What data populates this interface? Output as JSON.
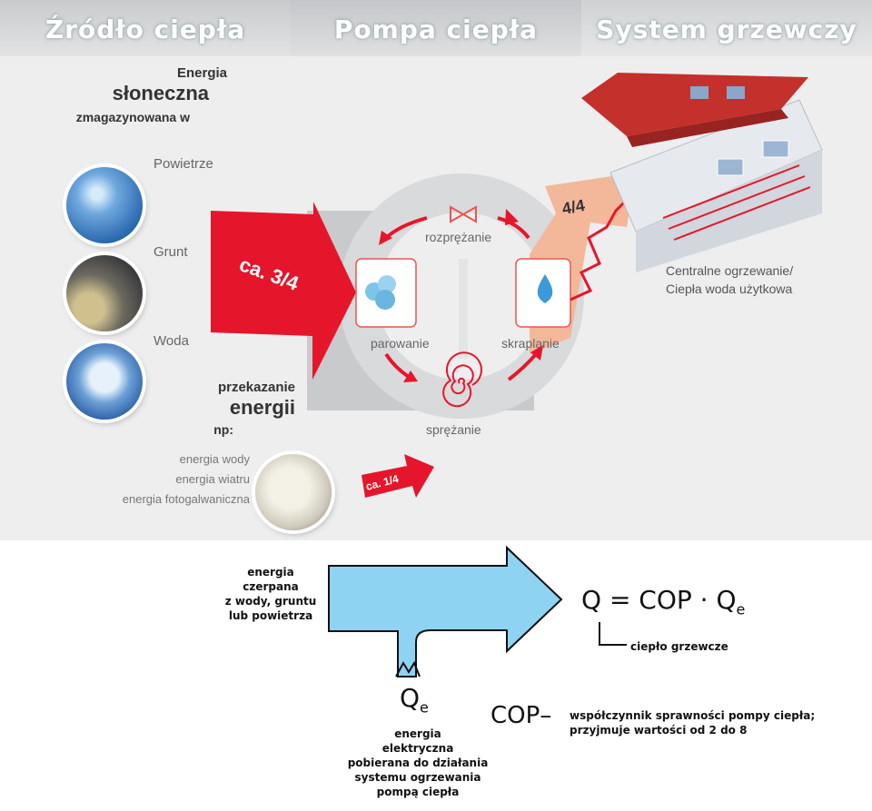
{
  "headers": {
    "source": "Źródło ciepła",
    "pump": "Pompa ciepła",
    "system": "System grzewczy"
  },
  "energy_intro": {
    "line1": "Energia",
    "line2": "słoneczna",
    "line3": "zmagazynowana w"
  },
  "sources": {
    "air": "Powietrze",
    "ground": "Grunt",
    "water": "Woda"
  },
  "transfer": {
    "line1": "przekazanie",
    "line2": "energii",
    "line3": "np:",
    "examples": [
      "energia wody",
      "energia wiatru",
      "energia fotogalwaniczna"
    ]
  },
  "arrows": {
    "main_fraction": "ca. 3/4",
    "small_fraction": "ca. 1/4",
    "output_fraction": "4/4"
  },
  "cycle": {
    "expansion": "rozprężanie",
    "evaporation": "parowanie",
    "condensation": "skraplanie",
    "compression": "sprężanie"
  },
  "system_label": {
    "line1": "Centralne ogrzewanie/",
    "line2": "Ciepła woda użytkowa"
  },
  "formula": {
    "input_lines": [
      "energia",
      "czerpana",
      "z wody, gruntu",
      "lub powietrza"
    ],
    "equation_left": "Q = COP · Q",
    "equation_sub": "e",
    "heat_label": "ciepło grzewcze",
    "qe_main": "Q",
    "qe_sub": "e",
    "electric_lines": [
      "energia",
      "elektryczna",
      "pobierana do działania",
      "systemu ogrzewania",
      "pompą ciepła"
    ],
    "cop_term": "COP–",
    "cop_lines": [
      "współczynnik sprawności pompy ciepła;",
      "przyjmuje wartości od 2 do 8"
    ]
  },
  "colors": {
    "red_arrow": "#e5162b",
    "peach_arrow": "#f3b89a",
    "cycle_ring": "#dcdddf",
    "blue_flow": "#8fd3f2",
    "roof": "#c4302b"
  }
}
